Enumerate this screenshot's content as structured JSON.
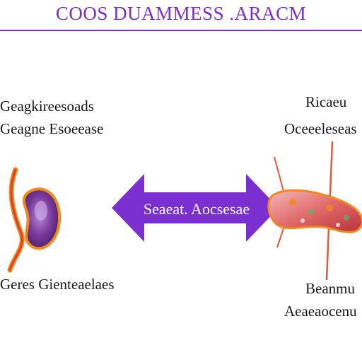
{
  "header": {
    "title": "COOS DUAMMESS .ARACM"
  },
  "left_panel": {
    "label_1": "Geagkireesoads",
    "label_2": "Geagne Esoeease",
    "label_3": "Geres Gienteaelaes",
    "icon": "stomach-icon"
  },
  "center": {
    "arrow_label": "Seaeat. Aocsesae",
    "icon": "double-arrow-icon"
  },
  "right_panel": {
    "label_1": "Ricaeu",
    "label_2": "Oceeeleseas",
    "label_3": "Beanmu",
    "label_4": "Aeaeaocenu",
    "icon": "intestine-icon"
  },
  "colors": {
    "accent": "#7b2fd0",
    "organ_purple": "#7a3a9a",
    "organ_orange": "#f08a1e",
    "organ_red": "#d9422c",
    "organ_pink": "#f2a0a0"
  }
}
